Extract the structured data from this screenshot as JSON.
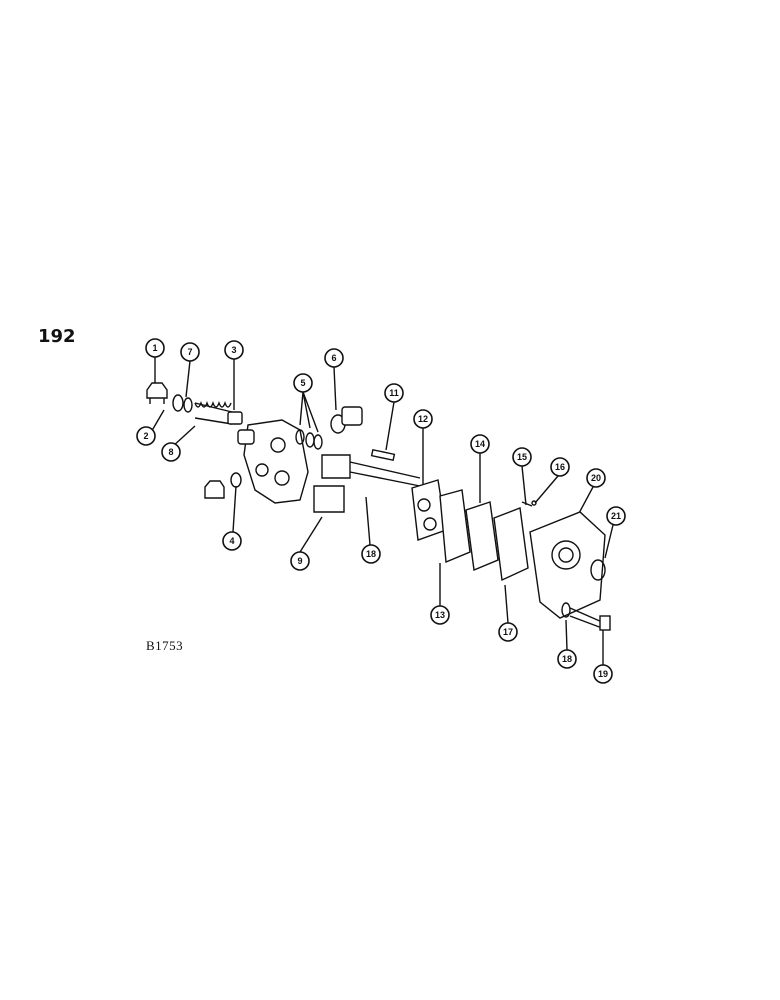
{
  "page_number": "192",
  "figure_code": "B1753",
  "callouts": [
    {
      "label": "1"
    },
    {
      "label": "7"
    },
    {
      "label": "3"
    },
    {
      "label": "6"
    },
    {
      "label": "5"
    },
    {
      "label": "11"
    },
    {
      "label": "2"
    },
    {
      "label": "8"
    },
    {
      "label": "12"
    },
    {
      "label": "14"
    },
    {
      "label": "15"
    },
    {
      "label": "16"
    },
    {
      "label": "20"
    },
    {
      "label": "21"
    },
    {
      "label": "4"
    },
    {
      "label": "9"
    },
    {
      "label": "18"
    },
    {
      "label": "13"
    },
    {
      "label": "17"
    },
    {
      "label": "18"
    },
    {
      "label": "19"
    }
  ]
}
